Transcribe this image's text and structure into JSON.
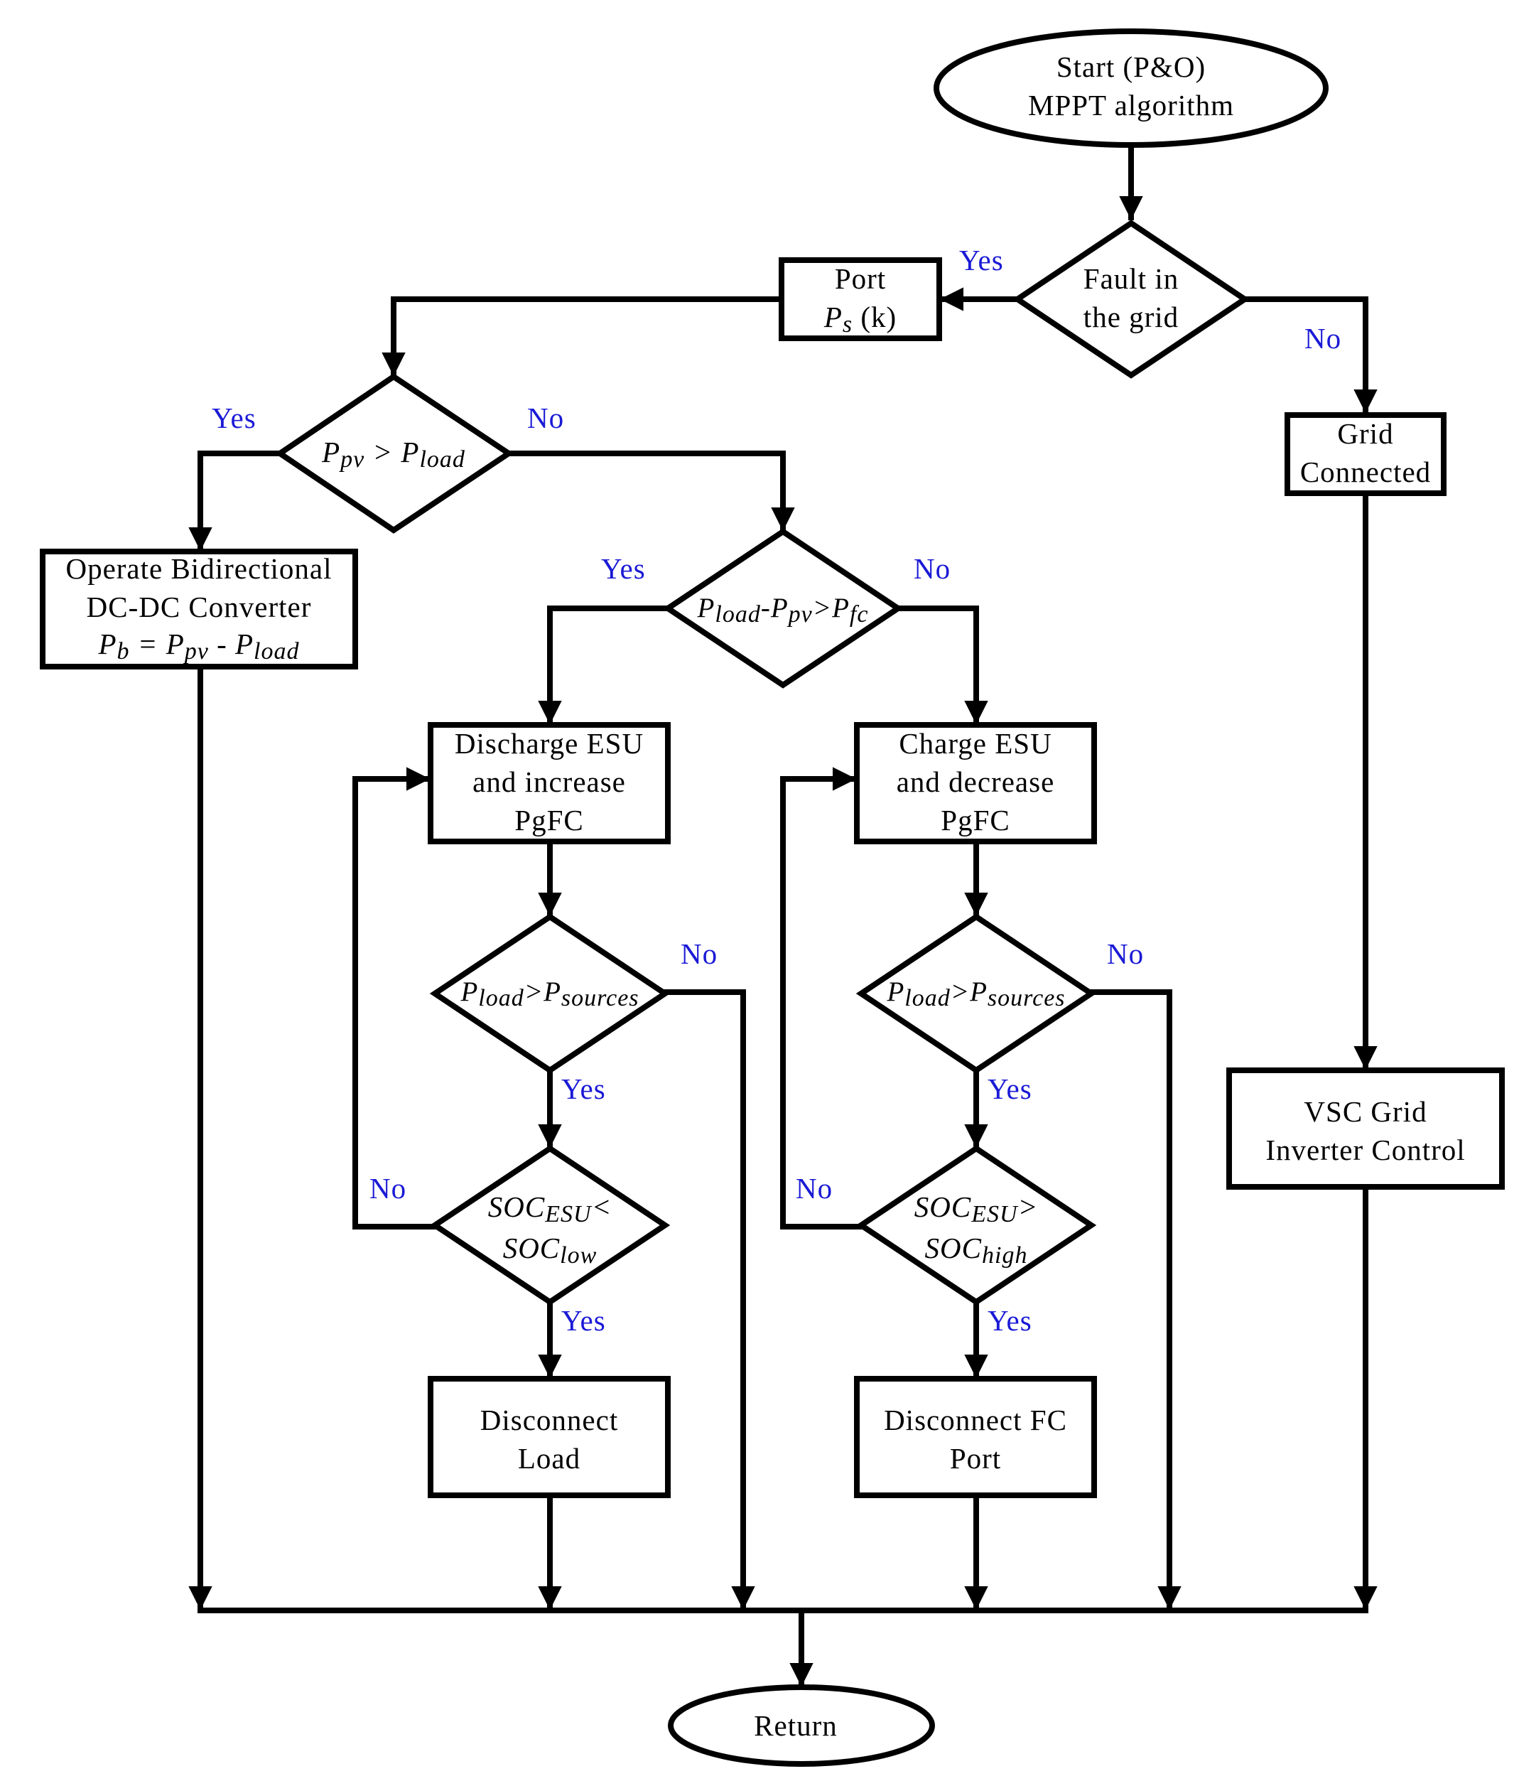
{
  "nodes": {
    "start": {
      "line1": "Start (P&O)",
      "line2": "MPPT algorithm"
    },
    "fault": {
      "line1": "Fault in",
      "line2": "the grid"
    },
    "port": {
      "line1": "Port",
      "line2_sym": "P",
      "line2_sub": "s",
      "line2_tail": " (k)"
    },
    "grid_connected": {
      "line1": "Grid",
      "line2": "Connected"
    },
    "ppv_gt_pload": {
      "p1": "P",
      "s1": "pv",
      "op": " > ",
      "p2": "P",
      "s2": "load"
    },
    "bidirectional": {
      "line1": "Operate Bidirectional",
      "line2": "DC-DC Converter",
      "p0": "P",
      "s0": "b",
      "eq": " = ",
      "p1": "P",
      "s1": "pv",
      "minus": " - ",
      "p2": "P",
      "s2": "load"
    },
    "pload_minus_ppv": {
      "p1": "P",
      "s1": "load",
      "minus": "-",
      "p2": "P",
      "s2": "pv",
      "gt": ">",
      "p3": "P",
      "s3": "fc"
    },
    "discharge": {
      "line1": "Discharge ESU",
      "line2": "and increase",
      "line3": "PgFC"
    },
    "charge": {
      "line1": "Charge ESU",
      "line2": "and decrease",
      "line3": "PgFC"
    },
    "pload_psources_left": {
      "p1": "P",
      "s1": "load",
      "gt": ">",
      "p2": "P",
      "s2": "sources"
    },
    "pload_psources_right": {
      "p1": "P",
      "s1": "load",
      "gt": ">",
      "p2": "P",
      "s2": "sources"
    },
    "soc_low": {
      "soc1": "SOC",
      "sub1": "ESU",
      "op": "<",
      "soc2": "SOC",
      "sub2": "low"
    },
    "soc_high": {
      "soc1": "SOC",
      "sub1": "ESU",
      "op": ">",
      "soc2": "SOC",
      "sub2": "high"
    },
    "vsc": {
      "line1": "VSC Grid",
      "line2": "Inverter Control"
    },
    "disconnect_load": {
      "line1": "Disconnect",
      "line2": "Load"
    },
    "disconnect_fc": {
      "line1": "Disconnect FC",
      "line2": "Port"
    },
    "return": {
      "label": "Return"
    }
  },
  "branches": {
    "fault_yes": "Yes",
    "fault_no": "No",
    "ppv_yes": "Yes",
    "ppv_no": "No",
    "diff_yes": "Yes",
    "diff_no": "No",
    "left_sources_no": "No",
    "left_sources_yes": "Yes",
    "soc_low_no": "No",
    "soc_low_yes": "Yes",
    "right_sources_no": "No",
    "right_sources_yes": "Yes",
    "soc_high_no": "No",
    "soc_high_yes": "Yes"
  },
  "colors": {
    "stroke": "#000000",
    "branch_label": "#1a1ad6",
    "background": "#ffffff"
  }
}
